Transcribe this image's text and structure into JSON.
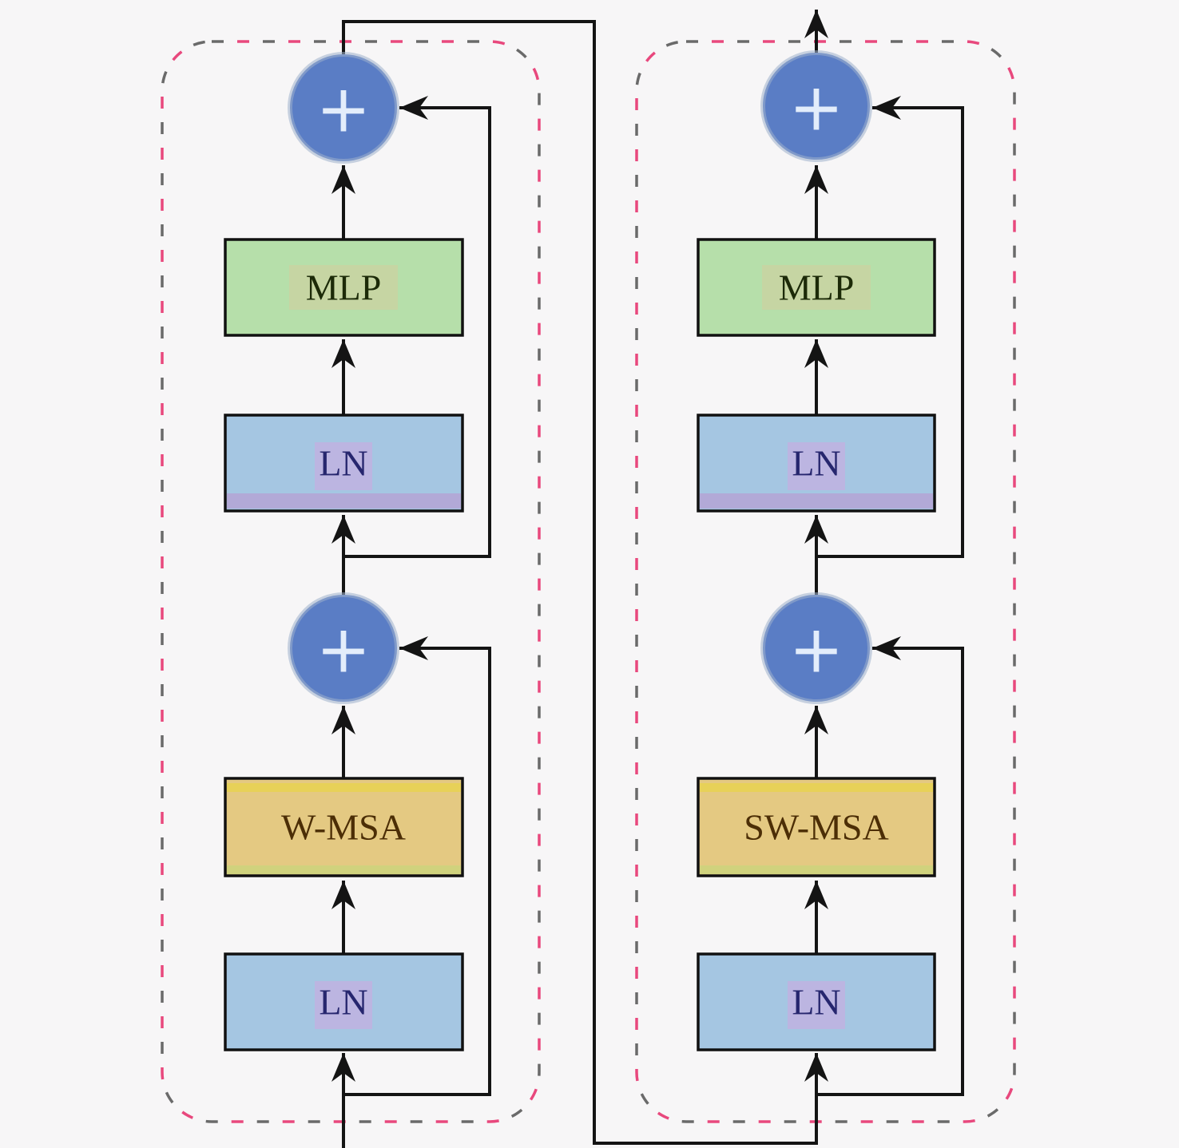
{
  "diagram": {
    "background": "#f7f6f7",
    "line_color": "#141414",
    "dash_gray": "#6a6a6a",
    "dash_pink": "#e8487d",
    "box_border": "#111111",
    "circle_fill": "#5a7dc5",
    "circle_edge": "#9fb0cc",
    "plus_color": "#e3edfb",
    "mlp_fill": "#b6dfaa",
    "mlp_text_color": "#1c2a08",
    "mlp_glow": "#d6cc9c",
    "ln_fill": "#a5c6e2",
    "ln_text_color": "#26266e",
    "ln_strip": "#b2a9d7",
    "ln_highlight": "#c0b1e0",
    "msa_fill": "#e4c982",
    "msa_text_color": "#4c2e06",
    "msa_strip_top": "#e7d251",
    "msa_strip_bottom": "#cdd37d",
    "left_block": {
      "ln_bottom": "LN",
      "attention": "W-MSA",
      "add_lower": "+",
      "ln_top": "LN",
      "mlp": "MLP",
      "add_upper": "+"
    },
    "right_block": {
      "ln_bottom": "LN",
      "attention": "SW-MSA",
      "add_lower": "+",
      "ln_top": "LN",
      "mlp": "MLP",
      "add_upper": "+"
    }
  }
}
